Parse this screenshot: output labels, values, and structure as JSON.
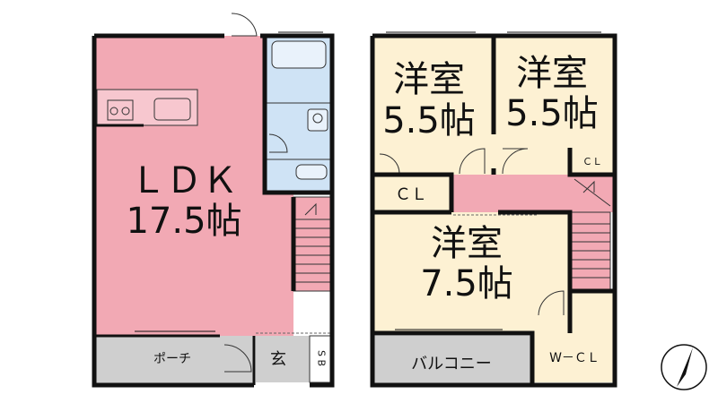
{
  "floor1": {
    "ldk_label": "ＬＤＫ",
    "ldk_size": "17.5帖",
    "porch": "ポーチ",
    "entrance": "玄",
    "shoe_box": "S B"
  },
  "floor2": {
    "room1_name": "洋室",
    "room1_size": "5.5帖",
    "room2_name": "洋室",
    "room2_size": "5.5帖",
    "room3_name": "洋室",
    "room3_size": "7.5帖",
    "closet1": "ＣＬ",
    "closet2": "ＣＬ",
    "walkin_closet": "W－ＣＬ",
    "balcony": "バルコニー"
  },
  "colors": {
    "ldk": "#f2a9b4",
    "wet": "#cfe3f5",
    "room": "#fdf1d3",
    "hall": "#f2a9b4",
    "outdoor": "#cfcfcf"
  },
  "compass_icon": "north-arrow-icon"
}
